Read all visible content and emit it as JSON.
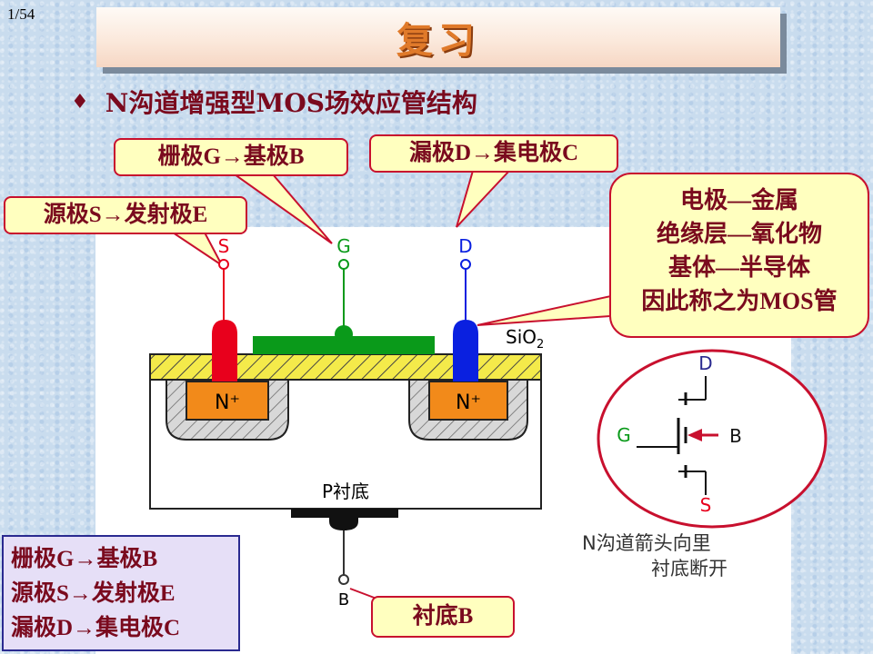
{
  "slide": {
    "page_number": "1/54",
    "title": "复习",
    "heading": "N沟道增强型MOS场效应管结构",
    "bullet_icon": "diamond-bullet"
  },
  "callouts": {
    "gate": "栅极G→基极B",
    "drain": "漏极D→集电极C",
    "source": "源极S→发射极E",
    "substrate": "衬底B",
    "materials": [
      "电极—金属",
      "绝缘层—氧化物",
      "基体—半导体",
      "因此称之为MOS管"
    ]
  },
  "legend": [
    "栅极G→基极B",
    "源极S→发射极E",
    "漏极D→集电极C"
  ],
  "diagram": {
    "terminal_s": "S",
    "terminal_g": "G",
    "terminal_d": "D",
    "terminal_b": "B",
    "oxide_label": "SiO",
    "oxide_subscript": "2",
    "n_region_left": "N⁺",
    "n_region_right": "N⁺",
    "substrate_label": "P衬底"
  },
  "symbol": {
    "d": "D",
    "g": "G",
    "b": "B",
    "s": "S"
  },
  "notes": [
    "N沟道箭头向里",
    "衬底断开"
  ],
  "colors": {
    "title_orange": "#e07a2a",
    "dark_red_text": "#7a0a1e",
    "callout_fill": "#ffffbf",
    "callout_border": "#c8102e",
    "source_red": "#e8001c",
    "drain_blue": "#0a20e0",
    "gate_green": "#0a9a1a",
    "oxide_yellow": "#f4ea4a",
    "n_plus_orange": "#f28a1a"
  }
}
